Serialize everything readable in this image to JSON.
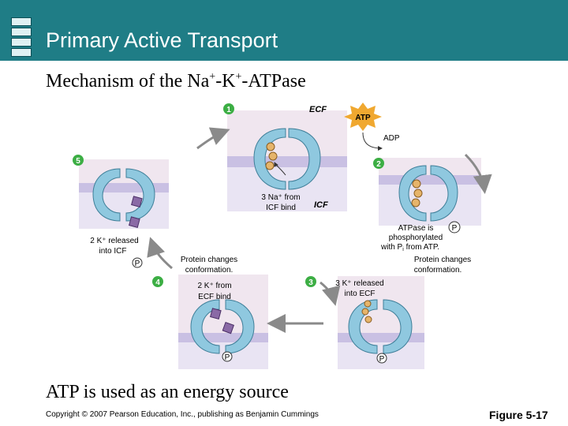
{
  "header": {
    "title": "Primary Active Transport",
    "subtitle_main": "Mechanism of the Na",
    "subtitle_plus1": "+",
    "subtitle_mid": "-K",
    "subtitle_plus2": "+",
    "subtitle_end": "-ATPase"
  },
  "diagram": {
    "ecf_label": "ECF",
    "icf_label": "ICF",
    "atp_label": "ATP",
    "adp_label": "ADP",
    "phosphate_label": "P",
    "steps": [
      "1",
      "2",
      "3",
      "4",
      "5"
    ],
    "step1_line1": "3 Na⁺ from",
    "step1_line2": "ICF bind",
    "step2_line1": "ATPase is",
    "step2_line2": "phosphorylated",
    "step2_line3": "with P",
    "step2_sub": "i",
    "step2_line3b": " from ATP.",
    "step2_conf1": "Protein changes",
    "step2_conf2": "conformation.",
    "step3_line1": "3 K⁺ released",
    "step3_line2": "into ECF",
    "step4_line1": "2 K⁺ from",
    "step4_line2": "ECF bind",
    "step4_conf1": "Protein changes",
    "step4_conf2": "conformation.",
    "step5_line1": "2 K⁺ released",
    "step5_line2": "into ICF"
  },
  "footer": {
    "caption": "ATP is used as an energy source",
    "copyright": "Copyright © 2007 Pearson Education, Inc., publishing as Benjamin Cummings",
    "figure": "Figure 5-17"
  },
  "colors": {
    "title_bar": "#1f7d86",
    "ecf_bg": "#f0e6ef",
    "membrane": "#c9c0e3",
    "icf_bg": "#e9e4f3",
    "protein": "#8fc8df",
    "sodium": "#e6b46a",
    "potassium": "#8a6aa6",
    "step_badge": "#3cae44",
    "atp_badge": "#f0a830"
  }
}
